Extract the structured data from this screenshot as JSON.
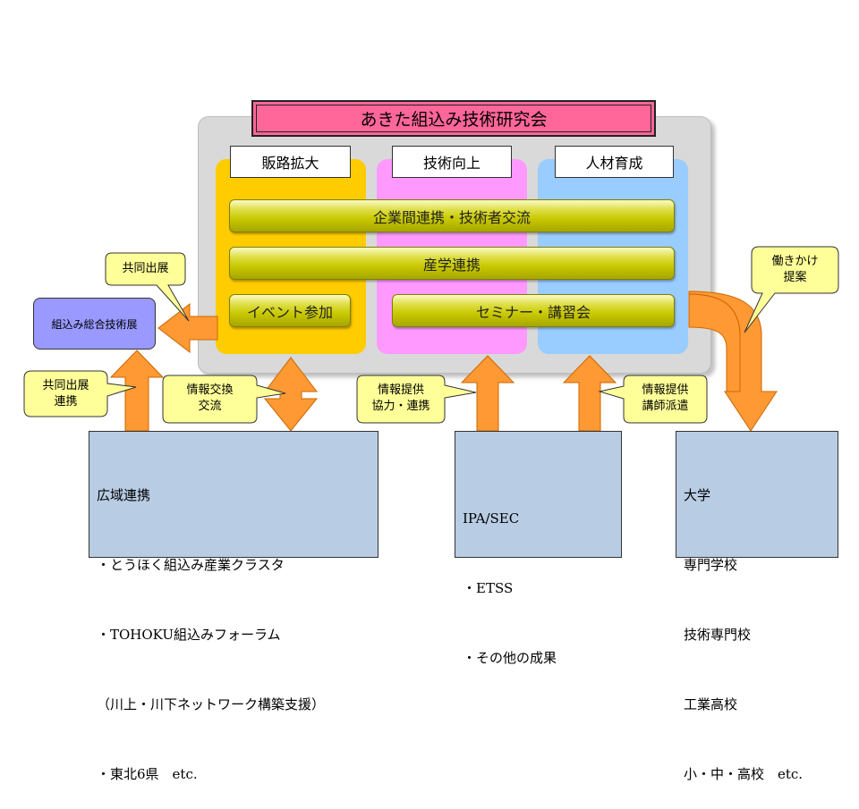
{
  "title": "あきた組込み技術研究会",
  "columns": {
    "sales": "販路拡大",
    "tech": "技術向上",
    "hr": "人材育成"
  },
  "bars": {
    "exchange": "企業間連携・技術者交流",
    "industry_academia": "産学連携",
    "event": "イベント参加",
    "seminar": "セミナー・講習会"
  },
  "expo": "組込み総合技術展",
  "callouts": {
    "joint_exhibit": "共同出展",
    "joint_exhibit_link": [
      "共同出展",
      "連携"
    ],
    "info_exchange": [
      "情報交換",
      "交流"
    ],
    "info_coop": [
      "情報提供",
      "協力・連携"
    ],
    "info_lecturer": [
      "情報提供",
      "講師派遣"
    ],
    "approach": [
      "働きかけ",
      "提案"
    ]
  },
  "boxes": {
    "regional": [
      "広域連携",
      "・とうほく組込み産業クラスタ",
      "・TOHOKU組込みフォーラム",
      "（川上・川下ネットワーク構築支援）",
      "・東北6県　etc."
    ],
    "ipa": [
      "IPA/SEC",
      "・ETSS",
      "・その他の成果"
    ],
    "schools": [
      "大学",
      "専門学校",
      "技術専門校",
      "工業高校",
      "小・中・高校　etc."
    ]
  },
  "colors": {
    "title_bg": "#ff6699",
    "sales_col": "#ffcc00",
    "tech_col": "#ff99ff",
    "hr_col": "#99ccff",
    "arrow": "#ff9933",
    "box_bg": "#b8cce4",
    "expo_bg": "#9999ff",
    "callout_bg": "#ffff99"
  }
}
